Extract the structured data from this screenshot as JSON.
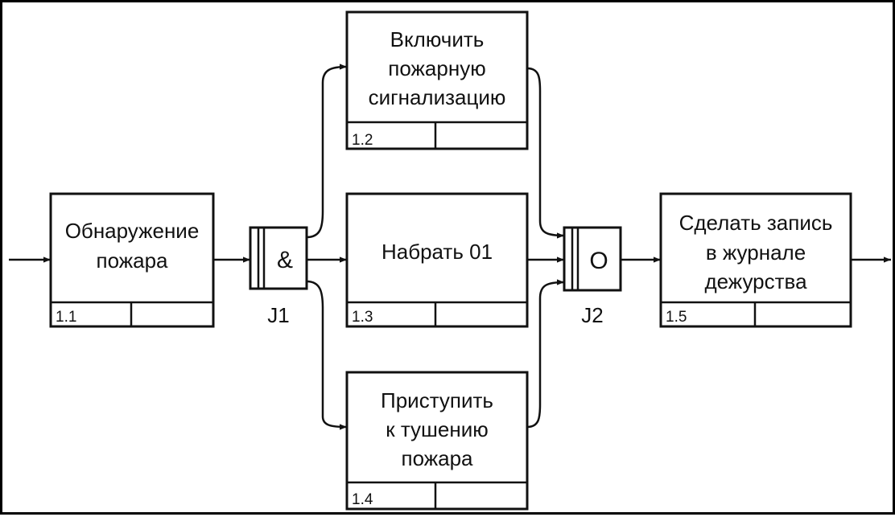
{
  "boxes": {
    "b11": {
      "lines": [
        "Обнаружение",
        "пожара"
      ],
      "number": "1.1"
    },
    "b12": {
      "lines": [
        "Включить",
        "пожарную",
        "сигнализацию"
      ],
      "number": "1.2"
    },
    "b13": {
      "lines": [
        "Набрать 01"
      ],
      "number": "1.3"
    },
    "b14": {
      "lines": [
        "Приступить",
        "к тушению",
        "пожара"
      ],
      "number": "1.4"
    },
    "b15": {
      "lines": [
        "Сделать запись",
        "в журнале",
        "дежурства"
      ],
      "number": "1.5"
    }
  },
  "junctions": {
    "j1": {
      "symbol": "&",
      "label": "J1"
    },
    "j2": {
      "symbol": "O",
      "label": "J2"
    }
  }
}
